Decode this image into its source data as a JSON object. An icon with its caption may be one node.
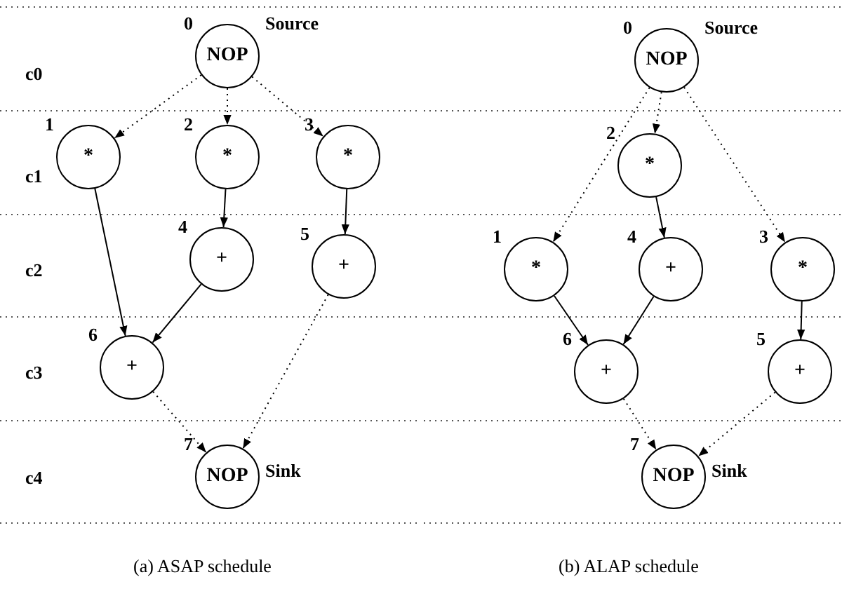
{
  "diagram": {
    "nodes": [
      {
        "text": [
          "NOP"
        ],
        "beside": [
          "0",
          "Source"
        ]
      },
      {
        "text": [
          "*"
        ],
        "beside": [
          "1"
        ]
      },
      {
        "text": [
          "*"
        ],
        "beside": [
          "2"
        ]
      },
      {
        "text": [
          "*"
        ],
        "beside": [
          "3"
        ]
      },
      {
        "text": [
          "+"
        ],
        "beside": [
          "4"
        ]
      },
      {
        "text": [
          "+"
        ],
        "beside": [
          "5"
        ]
      },
      {
        "text": [
          "+"
        ],
        "beside": [
          "6"
        ]
      },
      {
        "text": [
          "NOP"
        ],
        "beside": [
          "7",
          "Sink"
        ]
      },
      {
        "text": [
          "NOP"
        ],
        "beside": [
          "0",
          "Source"
        ]
      },
      {
        "text": [
          "*"
        ],
        "beside": [
          "1"
        ]
      },
      {
        "text": [
          "*"
        ],
        "beside": [
          "2"
        ]
      },
      {
        "text": [
          "*"
        ],
        "beside": [
          "3"
        ]
      },
      {
        "text": [
          "+"
        ],
        "beside": [
          "4"
        ]
      },
      {
        "text": [
          "+"
        ],
        "beside": [
          "5"
        ]
      },
      {
        "text": [
          "+"
        ],
        "beside": [
          "6"
        ]
      },
      {
        "text": [
          "NOP"
        ],
        "beside": [
          "7",
          "Sink"
        ]
      }
    ],
    "edges": [
      {
        "from": 0,
        "to": 1,
        "arrow": "to",
        "style": "dashed"
      },
      {
        "from": 0,
        "to": 2,
        "arrow": "to",
        "style": "dashed"
      },
      {
        "from": 0,
        "to": 3,
        "arrow": "to",
        "style": "dashed"
      },
      {
        "from": 1,
        "to": 6,
        "arrow": "to"
      },
      {
        "from": 2,
        "to": 4,
        "arrow": "to"
      },
      {
        "from": 3,
        "to": 5,
        "arrow": "to"
      },
      {
        "from": 4,
        "to": 6,
        "arrow": "to"
      },
      {
        "from": 6,
        "to": 7,
        "arrow": "to",
        "style": "dashed"
      },
      {
        "from": 5,
        "to": 7,
        "arrow": "to",
        "style": "dashed"
      },
      {
        "from": 8,
        "to": 9,
        "arrow": "to",
        "style": "dashed"
      },
      {
        "from": 8,
        "to": 10,
        "arrow": "to",
        "style": "dashed"
      },
      {
        "from": 8,
        "to": 11,
        "arrow": "to",
        "style": "dashed"
      },
      {
        "from": 10,
        "to": 12,
        "arrow": "to"
      },
      {
        "from": 9,
        "to": 14,
        "arrow": "to"
      },
      {
        "from": 12,
        "to": 14,
        "arrow": "to"
      },
      {
        "from": 11,
        "to": 13,
        "arrow": "to"
      },
      {
        "from": 14,
        "to": 15,
        "arrow": "to",
        "style": "dashed"
      },
      {
        "from": 13,
        "to": 15,
        "arrow": "to",
        "style": "dashed"
      }
    ],
    "labels": [
      "c0",
      "c1",
      "c2",
      "c3",
      "c4",
      "(a) ASAP schedule",
      "(b) ALAP schedule"
    ]
  }
}
